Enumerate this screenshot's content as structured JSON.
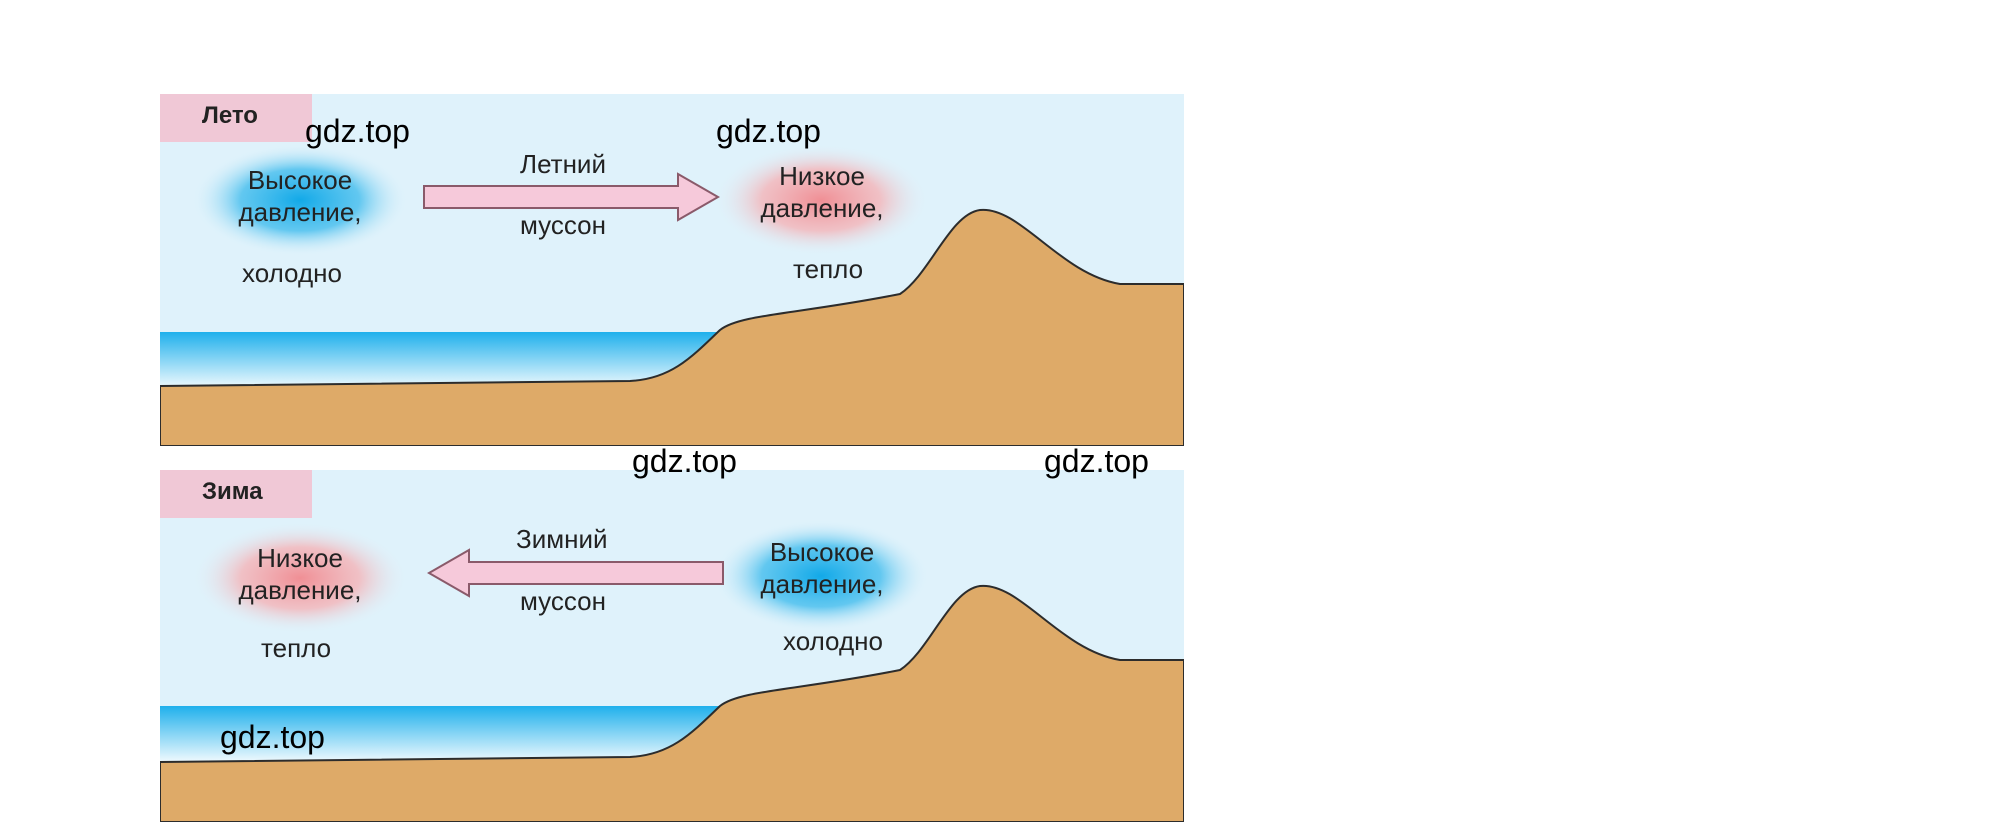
{
  "watermark": "gdz.top",
  "colors": {
    "sky": "#dff2fb",
    "land": "#deaa68",
    "land_stroke": "#2c2c2c",
    "sea": "#1fb0ec",
    "tag_bg": "#f0c8d6",
    "arrow_fill": "#f6c9da",
    "arrow_stroke": "#8a5a6a",
    "high_pressure": "#12a9e8",
    "low_pressure": "#f08f95"
  },
  "summer": {
    "title": "Лето",
    "left_system": {
      "line1": "Высокое",
      "line2": "давление,",
      "line3": "холодно"
    },
    "wind": {
      "line1": "Летний",
      "line2": "муссон",
      "direction": "to-land"
    },
    "right_system": {
      "line1": "Низкое",
      "line2": "давление,",
      "line3": "тепло"
    }
  },
  "winter": {
    "title": "Зима",
    "left_system": {
      "line1": "Низкое",
      "line2": "давление,",
      "line3": "тепло"
    },
    "wind": {
      "line1": "Зимний",
      "line2": "муссон",
      "direction": "to-sea"
    },
    "right_system": {
      "line1": "Высокое",
      "line2": "давление,",
      "line3": "холодно"
    }
  }
}
